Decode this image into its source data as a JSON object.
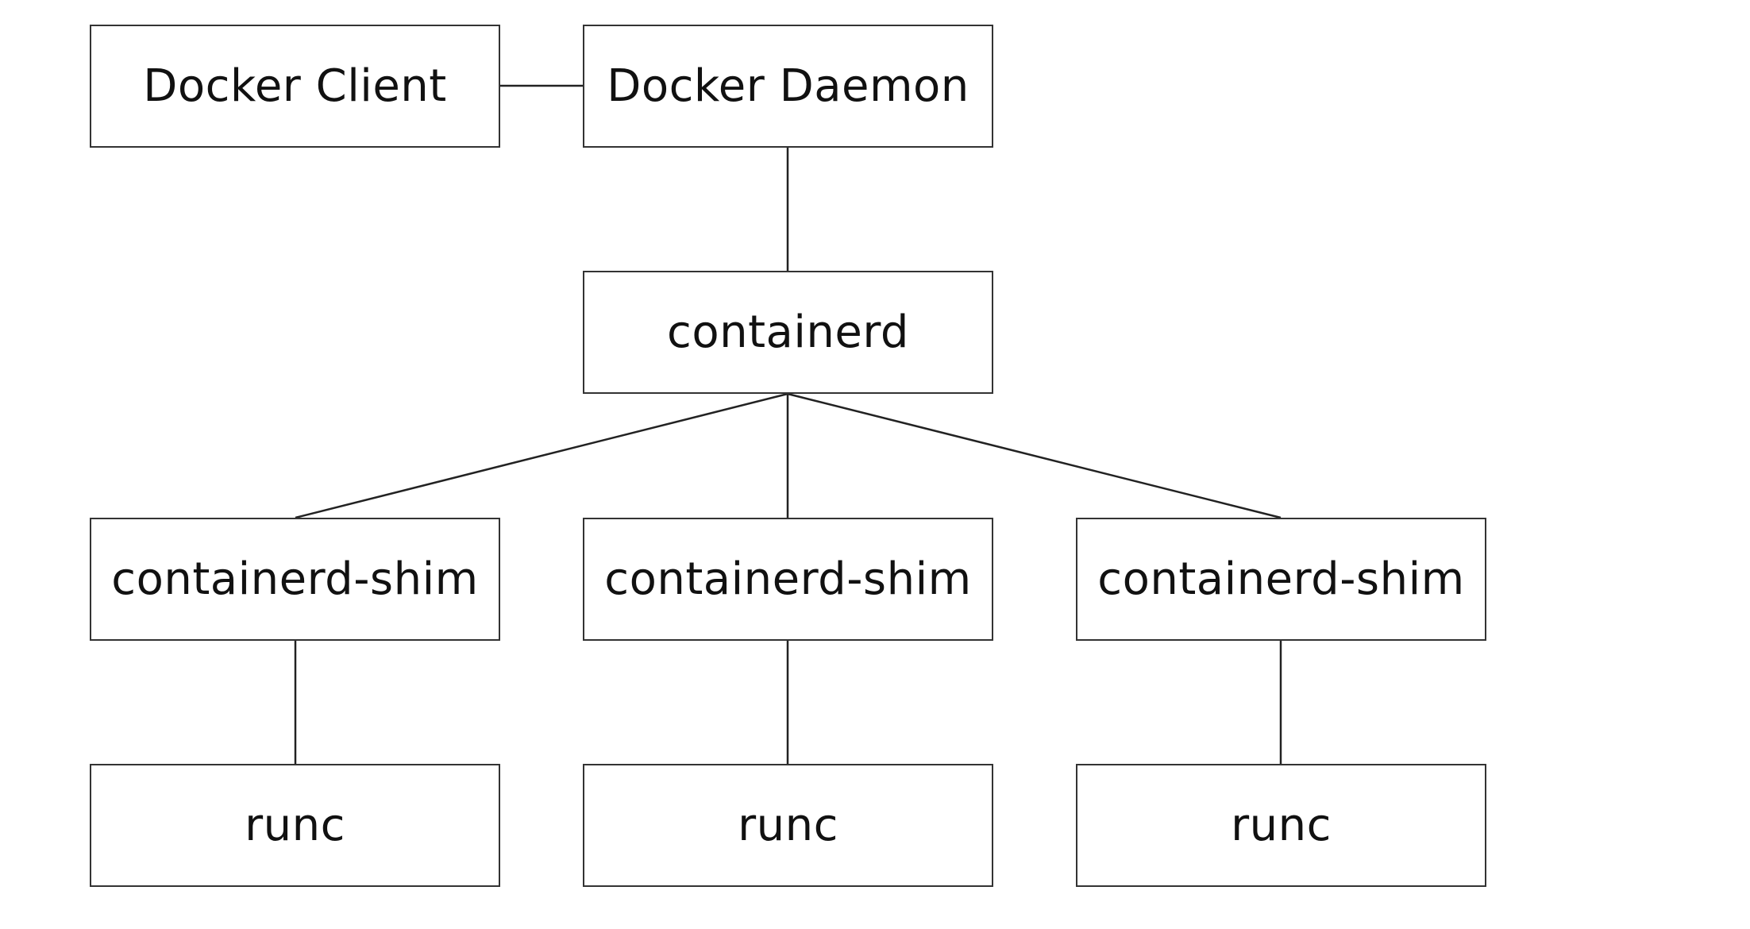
{
  "diagram": {
    "nodes": {
      "docker_client": "Docker Client",
      "docker_daemon": "Docker Daemon",
      "containerd": "containerd",
      "shims": [
        "containerd-shim",
        "containerd-shim",
        "containerd-shim"
      ],
      "runcs": [
        "runc",
        "runc",
        "runc"
      ]
    },
    "edges": [
      [
        "docker_client",
        "docker_daemon"
      ],
      [
        "docker_daemon",
        "containerd"
      ],
      [
        "containerd",
        "shims.0"
      ],
      [
        "containerd",
        "shims.1"
      ],
      [
        "containerd",
        "shims.2"
      ],
      [
        "shims.0",
        "runcs.0"
      ],
      [
        "shims.1",
        "runcs.1"
      ],
      [
        "shims.2",
        "runcs.2"
      ]
    ],
    "colors": {
      "background": "#ffffff",
      "border": "#333333",
      "line": "#222222",
      "text": "#111111"
    }
  }
}
